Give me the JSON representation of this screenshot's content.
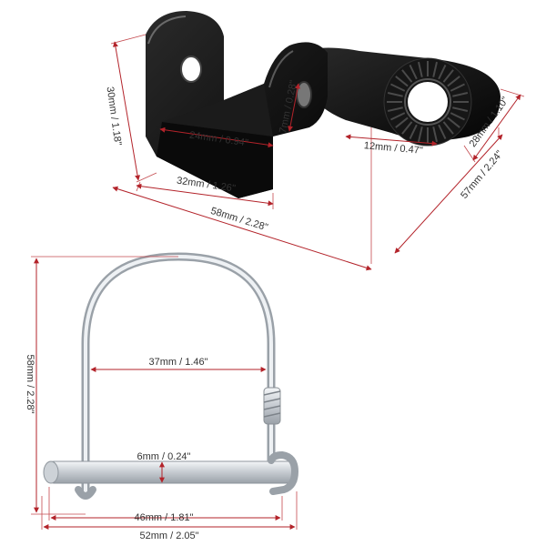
{
  "colors": {
    "dimension_line": "#b3232a",
    "bracket": "#111111",
    "pin_metal": "#d9dde2"
  },
  "bracket": {
    "height": "30mm / 1.18\"",
    "inner_width": "24mm / 0.94\"",
    "hole_diameter": "7mm / 0.28\"",
    "base_length": "32mm / 1.26\"",
    "total_length": "58mm / 2.28\"",
    "washer_hole": "12mm / 0.47\"",
    "tab_width": "28mm / 1.10\"",
    "tab_length": "57mm / 2.24\""
  },
  "pin": {
    "height": "58mm / 2.28\"",
    "loop_width": "37mm / 1.46\"",
    "pin_diameter": "6mm / 0.24\"",
    "pin_length": "46mm / 1.81\"",
    "total_width": "52mm / 2.05\""
  }
}
